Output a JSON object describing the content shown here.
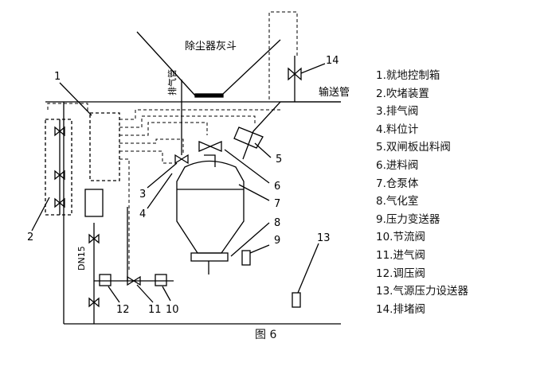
{
  "figure": {
    "caption": "图 6",
    "labels": {
      "dust_hopper": "除尘器灰斗",
      "vent": "排气管",
      "conveying_pipe": "输送管",
      "pipe_size": "DN15"
    },
    "callouts": [
      "1",
      "2",
      "3",
      "4",
      "5",
      "6",
      "7",
      "8",
      "9",
      "10",
      "11",
      "12",
      "13",
      "14"
    ]
  },
  "legend": [
    "1.就地控制箱",
    "2.吹堵装置",
    "3.排气阀",
    "4.料位计",
    "5.双闸板出料阀",
    "6.进料阀",
    "7.仓泵体",
    "8.气化室",
    "9.压力变送器",
    "10.节流阀",
    "11.进气阀",
    "12.调压阀",
    "13.气源压力设送器",
    "14.排堵阀"
  ]
}
